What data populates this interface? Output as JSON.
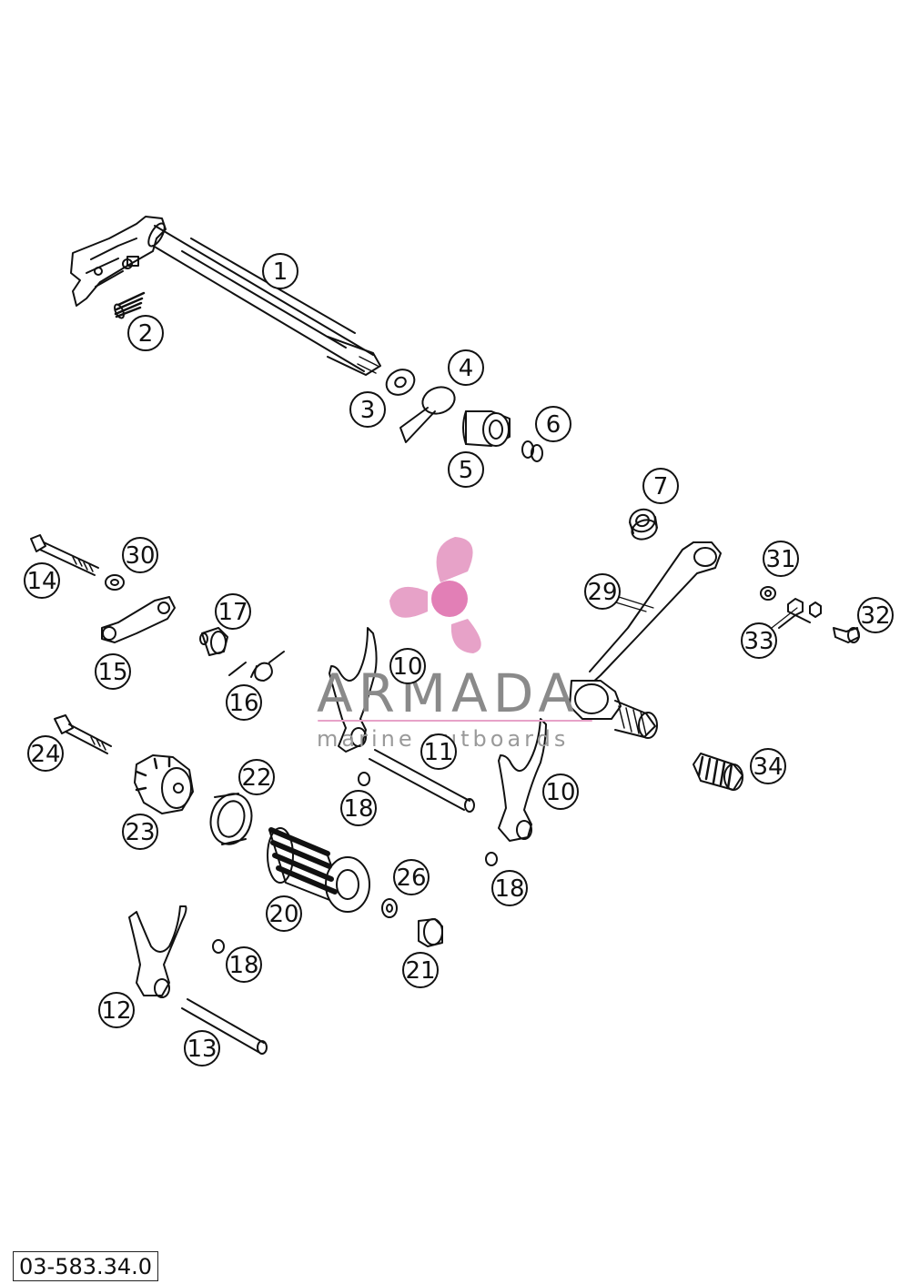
{
  "drawing_code": "03-583.34.0",
  "watermark": {
    "brand": "ARMADA",
    "tagline": "marine outboards",
    "logo_color": "#e7a2c8",
    "text_color": "#8a8a8a"
  },
  "callouts": [
    {
      "id": "c1",
      "label": "1"
    },
    {
      "id": "c2",
      "label": "2"
    },
    {
      "id": "c3",
      "label": "3"
    },
    {
      "id": "c4",
      "label": "4"
    },
    {
      "id": "c5",
      "label": "5"
    },
    {
      "id": "c6",
      "label": "6"
    },
    {
      "id": "c7",
      "label": "7"
    },
    {
      "id": "c10a",
      "label": "10"
    },
    {
      "id": "c10b",
      "label": "10"
    },
    {
      "id": "c11",
      "label": "11"
    },
    {
      "id": "c12",
      "label": "12"
    },
    {
      "id": "c13",
      "label": "13"
    },
    {
      "id": "c14",
      "label": "14"
    },
    {
      "id": "c15",
      "label": "15"
    },
    {
      "id": "c16",
      "label": "16"
    },
    {
      "id": "c17",
      "label": "17"
    },
    {
      "id": "c18a",
      "label": "18"
    },
    {
      "id": "c18b",
      "label": "18"
    },
    {
      "id": "c18c",
      "label": "18"
    },
    {
      "id": "c20",
      "label": "20"
    },
    {
      "id": "c21",
      "label": "21"
    },
    {
      "id": "c22",
      "label": "22"
    },
    {
      "id": "c23",
      "label": "23"
    },
    {
      "id": "c24",
      "label": "24"
    },
    {
      "id": "c26",
      "label": "26"
    },
    {
      "id": "c29",
      "label": "29"
    },
    {
      "id": "c30",
      "label": "30"
    },
    {
      "id": "c31",
      "label": "31"
    },
    {
      "id": "c32",
      "label": "32"
    },
    {
      "id": "c33",
      "label": "33"
    },
    {
      "id": "c34",
      "label": "34"
    }
  ]
}
